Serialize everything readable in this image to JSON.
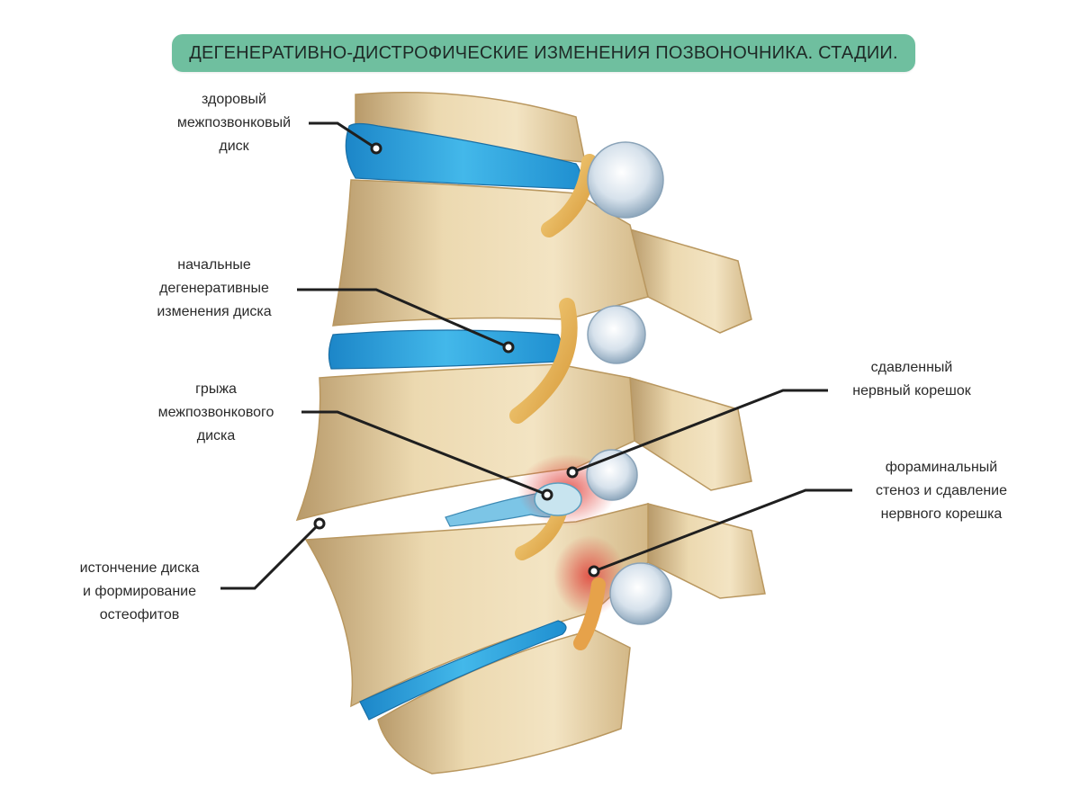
{
  "title": "ДЕГЕНЕРАТИВНО-ДИСТРОФИЧЕСКИЕ ИЗМЕНЕНИЯ ПОЗВОНОЧНИКА. СТАДИИ.",
  "labels": {
    "healthy_disc": [
      "здоровый",
      "межпозвонковый",
      "диск"
    ],
    "initial_changes": [
      "начальные",
      "дегенеративные",
      "изменения диска"
    ],
    "herniation": [
      "грыжа",
      "межпозвонкового",
      "диска"
    ],
    "thinning": [
      "истончение диска",
      "и формирование",
      "остеофитов"
    ],
    "compressed_root": [
      "сдавленный",
      "нервный корешок"
    ],
    "foraminal_stenosis": [
      "фораминальный",
      "стеноз и сдавление",
      "нервного корешка"
    ]
  },
  "colors": {
    "title_bg": "#6fbf9f",
    "bone": "#e8d4a8",
    "disc": "#2fa8df",
    "nerve": "#f0c060",
    "inflammation": "#e0413a",
    "osteophyte": "#c9d6e2",
    "leader": "#1f1f1f"
  }
}
